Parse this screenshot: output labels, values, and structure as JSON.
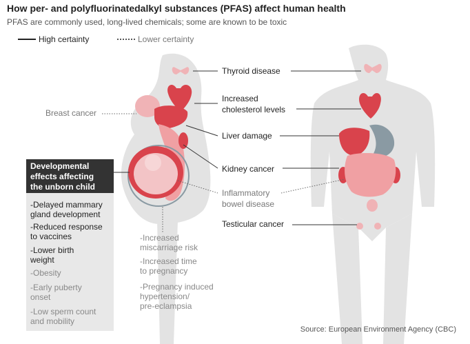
{
  "title": "How per- and polyfluorinatedalkyl substances (PFAS) affect human health",
  "subtitle": "PFAS are commonly used, long-lived chemicals; some are known to be toxic",
  "legend": {
    "high": "High certainty",
    "low": "Lower certainty"
  },
  "labels": {
    "thyroid": "Thyroid disease",
    "cholesterol_1": "Increased",
    "cholesterol_2": "cholesterol levels",
    "liver": "Liver damage",
    "kidney": "Kidney cancer",
    "ibd_1": "Inflammatory",
    "ibd_2": "bowel disease",
    "testicular": "Testicular cancer",
    "breast": "Breast cancer"
  },
  "development": {
    "title_1": "Developmental",
    "title_2": "effects affecting",
    "title_3": "the unborn child",
    "items": [
      {
        "l1": "-Delayed mammary",
        "l2": "gland development"
      },
      {
        "l1": "-Reduced response",
        "l2": "to vaccines"
      },
      {
        "l1": "-Lower birth",
        "l2": "weight"
      },
      {
        "l1": "-Obesity",
        "l2": ""
      },
      {
        "l1": "-Early puberty",
        "l2": "onset"
      },
      {
        "l1": "-Low sperm count",
        "l2": "and mobility"
      }
    ]
  },
  "pregnancy": {
    "items": [
      {
        "l1": "-Increased",
        "l2": "miscarriage risk",
        "l3": ""
      },
      {
        "l1": "-Increased time",
        "l2": "to pregnancy",
        "l3": ""
      },
      {
        "l1": "-Pregnancy induced",
        "l2": "hypertension/",
        "l3": "pre-eclampsia"
      }
    ]
  },
  "source": "Source: European Environment Agency (CBC)",
  "colors": {
    "body": "#e3e3e3",
    "organ_red": "#d9434c",
    "organ_pink": "#f0b3b6",
    "stomach": "#8a9aa3",
    "dark_box": "#333333"
  }
}
